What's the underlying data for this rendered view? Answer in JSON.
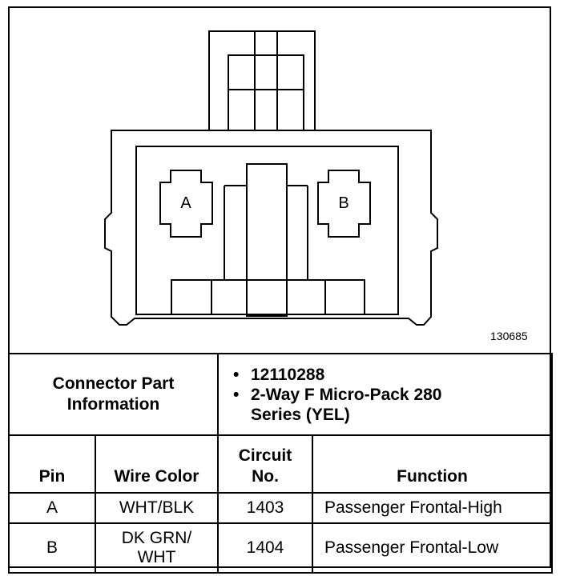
{
  "drawing_number": "130685",
  "connector": {
    "pin_labels": [
      "A",
      "B"
    ],
    "info_label": "Connector Part Information",
    "info_items": [
      "12110288",
      "2-Way F Micro-Pack 280 Series (YEL)"
    ]
  },
  "table": {
    "headers": {
      "pin": "Pin",
      "wire_color": "Wire Color",
      "circuit": "Circuit No.",
      "function": "Function"
    },
    "rows": [
      {
        "pin": "A",
        "wire_color": "WHT/BLK",
        "circuit": "1403",
        "function": "Passenger Frontal-High"
      },
      {
        "pin": "B",
        "wire_color": "DK GRN/ WHT",
        "circuit": "1404",
        "function": "Passenger Frontal-Low"
      }
    ]
  }
}
